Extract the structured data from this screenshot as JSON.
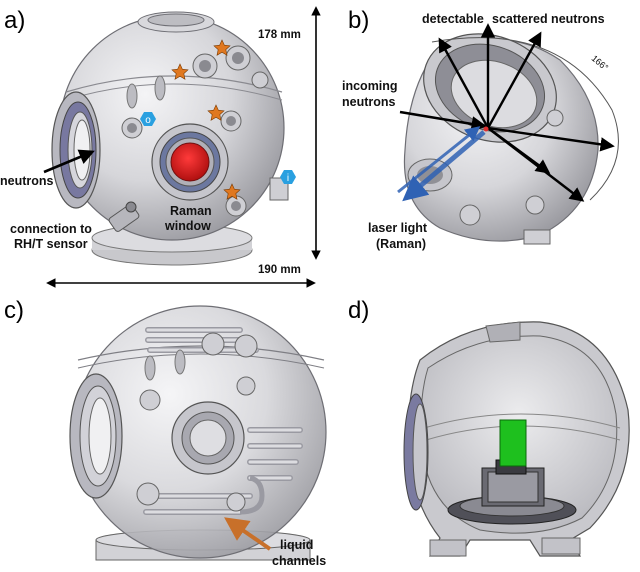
{
  "panels": {
    "a": {
      "letter": "a)",
      "dim_height": "178 mm",
      "dim_width": "190 mm",
      "label_neutrons": "neutrons",
      "label_connection_1": "connection to",
      "label_connection_2": "RH/T sensor",
      "label_raman_1": "Raman",
      "label_raman_2": "window",
      "badge_o": "o",
      "badge_i": "i"
    },
    "b": {
      "letter": "b)",
      "label_detectable": "detectable",
      "label_scattered": "scattered neutrons",
      "label_incoming_1": "incoming",
      "label_incoming_2": "neutrons",
      "label_laser_1": "laser light",
      "label_laser_2": "(Raman)",
      "angle": "166°"
    },
    "c": {
      "letter": "c)",
      "label_liquid_1": "liquid",
      "label_liquid_2": "channels"
    },
    "d": {
      "letter": "d)"
    }
  },
  "colors": {
    "metal_light": "#e4e4e6",
    "metal_mid": "#c4c4c8",
    "metal_dark": "#8e8e94",
    "window_red": "#d81c1c",
    "badge_blue": "#2aa0e0",
    "star_orange": "#e07820",
    "laser_blue": "#2f62b4",
    "arrow_orange": "#c8702a",
    "green_block": "#1ec01e"
  }
}
